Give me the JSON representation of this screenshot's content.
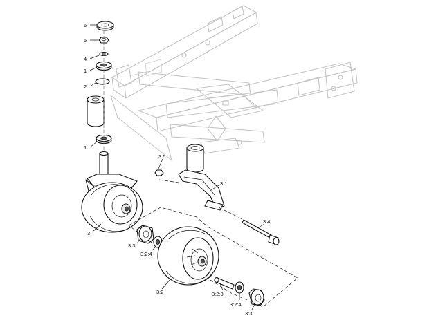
{
  "callouts": {
    "c6": "6",
    "c5": "5",
    "c4": "4",
    "c1a": "1",
    "c2": "2",
    "c1b": "1",
    "c3": "3",
    "c35": "3:5",
    "c31": "3:1",
    "c34": "3:4",
    "c33a": "3:3",
    "c324a": "3:2:4",
    "c32": "3:2",
    "c323": "3:2:3",
    "c324b": "3:2:4",
    "c33b": "3:3"
  }
}
